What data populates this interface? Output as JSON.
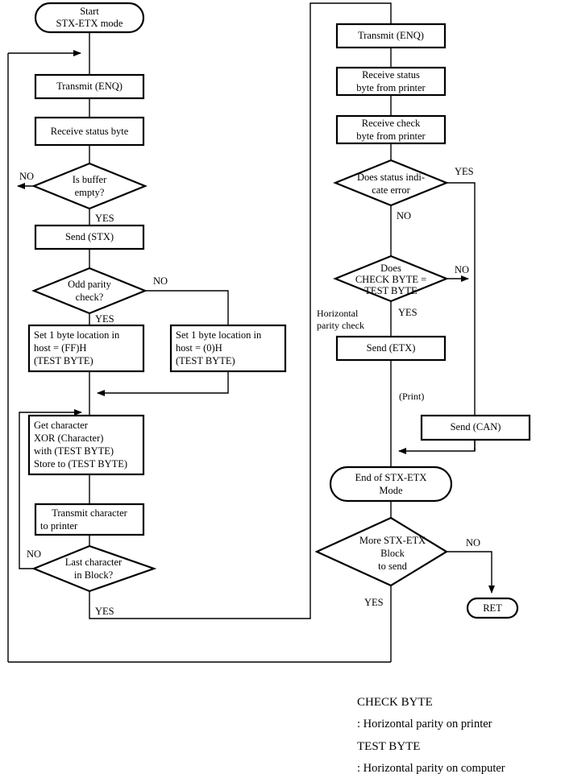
{
  "diagram": {
    "title": "STX-ETX mode transmission flowchart",
    "stroke_color": "#000000",
    "fill_color": "#ffffff"
  },
  "nodes": {
    "start": {
      "line1": "Start",
      "line2": "STX-ETX mode"
    },
    "transmit_enq_left": {
      "line1": "Transmit (ENQ)"
    },
    "receive_status_byte": {
      "line1": "Receive status byte"
    },
    "is_buffer_empty": {
      "line1": "Is buffer",
      "line2": "empty?"
    },
    "send_stx": {
      "line1": "Send (STX)"
    },
    "odd_parity_check": {
      "line1": "Odd parity",
      "line2": "check?"
    },
    "set_ff": {
      "line1": "Set 1 byte location in",
      "line2": "host  = (FF)H",
      "line3": "(TEST BYTE)"
    },
    "set_zero": {
      "line1": "Set 1 byte location in",
      "line2": "host  = (0)H",
      "line3": "(TEST BYTE)"
    },
    "get_character": {
      "line1": "Get character",
      "line2": "XOR (Character)",
      "line3": "with (TEST BYTE)",
      "line4": "Store to (TEST BYTE)"
    },
    "transmit_character": {
      "line1": "Transmit character",
      "line2": "to printer"
    },
    "last_character": {
      "line1": "Last character",
      "line2": "in Block?"
    },
    "transmit_enq_right": {
      "line1": "Transmit (ENQ)"
    },
    "receive_status_printer": {
      "line1": "Receive status",
      "line2": "byte from printer"
    },
    "receive_check_printer": {
      "line1": "Receive check",
      "line2": "byte from printer"
    },
    "does_status_error": {
      "line1": "Does status indi-",
      "line2": "cate error"
    },
    "check_equals_test": {
      "line1": "Does",
      "line2": "CHECK BYTE  =",
      "line3": "TEST BYTE"
    },
    "send_etx": {
      "line1": "Send (ETX)"
    },
    "send_can": {
      "line1": "Send (CAN)"
    },
    "end_mode": {
      "line1": "End of STX-ETX",
      "line2": "Mode"
    },
    "more_blocks": {
      "line1": "More STX-ETX",
      "line2": "Block",
      "line3": "to send"
    },
    "ret": {
      "line1": "RET"
    }
  },
  "edge_labels": {
    "buffer_no": "NO",
    "buffer_yes": "YES",
    "parity_no": "NO",
    "parity_yes": "YES",
    "last_char_no": "NO",
    "last_char_yes": "YES",
    "status_yes": "YES",
    "status_no": "NO",
    "check_no": "NO",
    "check_yes": "YES",
    "more_no": "NO",
    "more_yes": "YES"
  },
  "annotations": {
    "horizontal_parity_check_1": "Horizontal",
    "horizontal_parity_check_2": "parity check",
    "print": "(Print)"
  },
  "legend": [
    {
      "term": "CHECK BYTE",
      "desc": ": Horizontal parity on printer"
    },
    {
      "term": "TEST BYTE",
      "desc": ": Horizontal parity on computer"
    }
  ]
}
